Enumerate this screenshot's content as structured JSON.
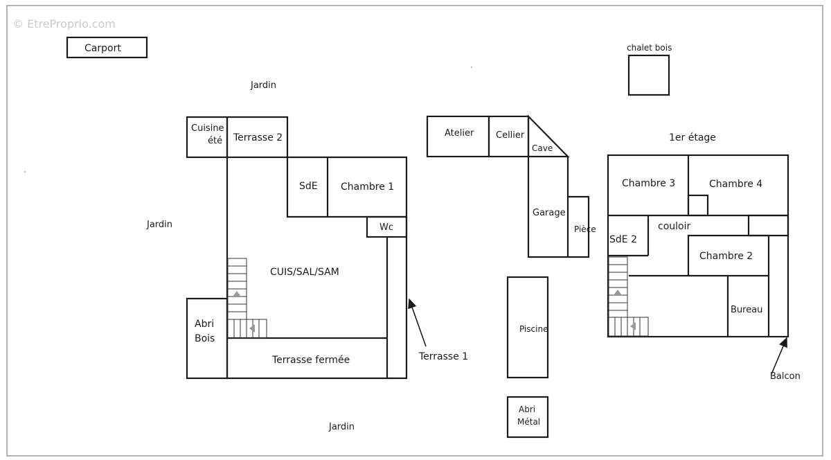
{
  "watermark": "© EtreProprio.com",
  "labels": {
    "carport": "Carport",
    "jardin_top": "Jardin",
    "jardin_left": "Jardin",
    "jardin_bottom": "Jardin",
    "chalet_bois": "chalet bois",
    "premier_etage": "1er étage",
    "cuisine_ete_1": "Cuisine",
    "cuisine_ete_2": "été",
    "terrasse2": "Terrasse 2",
    "sde": "SdE",
    "chambre1": "Chambre 1",
    "wc": "Wc",
    "cuis_sal_sam": "CUIS/SAL/SAM",
    "abri_bois_1": "Abri",
    "abri_bois_2": "Bois",
    "terrasse_fermee": "Terrasse fermée",
    "terrasse1": "Terrasse 1",
    "atelier": "Atelier",
    "cellier": "Cellier",
    "cave": "Cave",
    "garage": "Garage",
    "piece": "Pièce",
    "piscine": "Piscine",
    "abri_metal_1": "Abri",
    "abri_metal_2": "Métal",
    "chambre3": "Chambre 3",
    "chambre4": "Chambre 4",
    "couloir": "couloir",
    "sde2": "SdE 2",
    "chambre2": "Chambre 2",
    "bureau": "Bureau",
    "balcon": "Balcon"
  }
}
